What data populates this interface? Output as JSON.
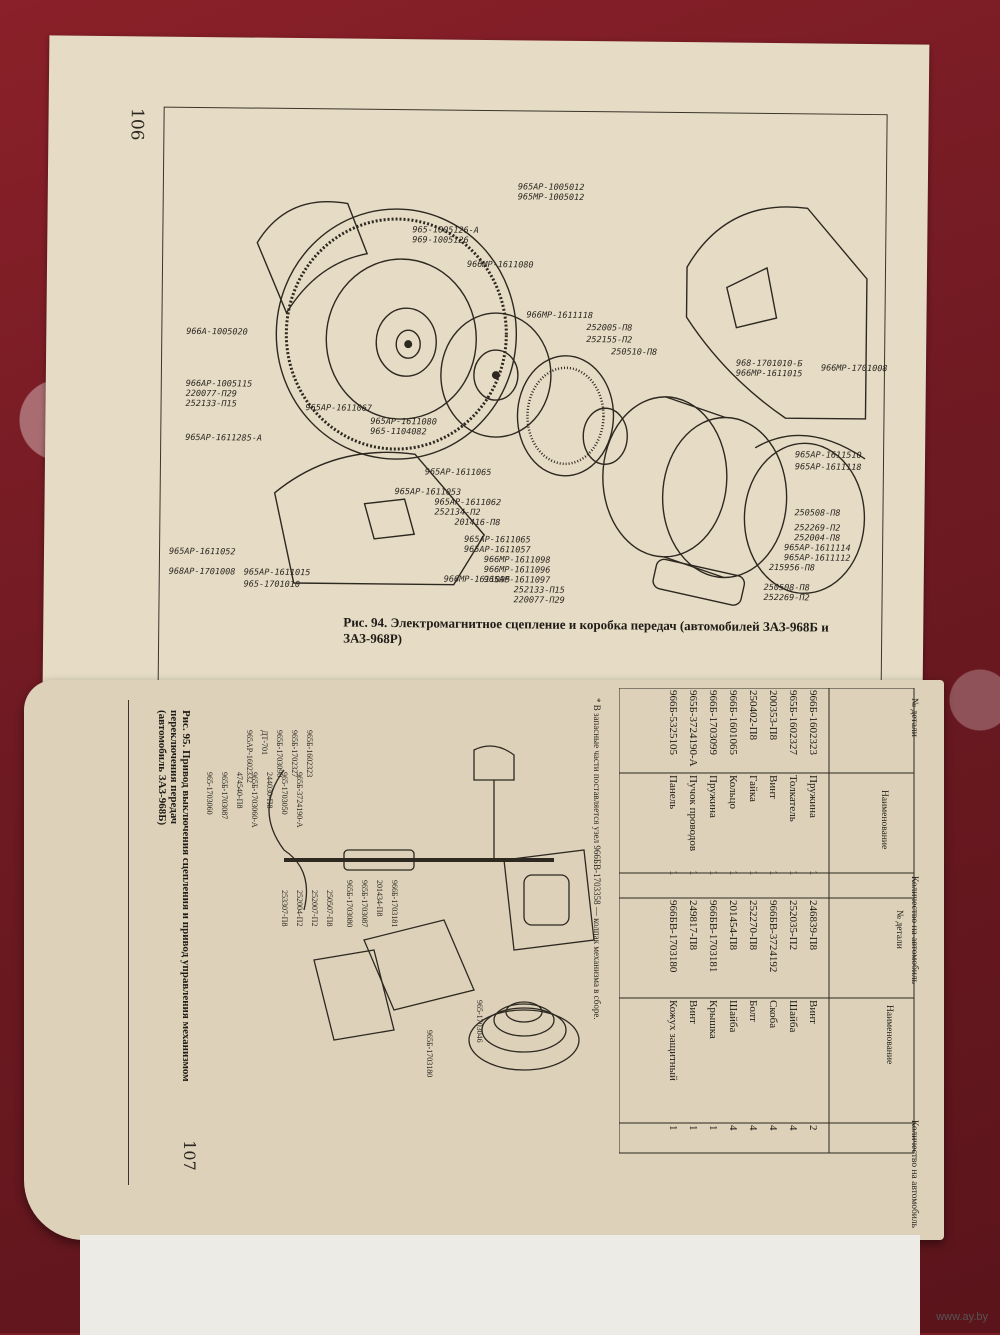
{
  "top_page": {
    "page_number": "106",
    "caption": "Рис. 94. Электромагнитное сцепление и коробка передач (автомобилей ЗАЗ-968Б и ЗАЗ-968Р)",
    "callouts": [
      "965АР-1005012",
      "965МР-1005012",
      "965-1005126-А",
      "969-1005126",
      "966МР-1611080",
      "966МР-1611118",
      "966А-1005020",
      "252005-П8",
      "252155-П2",
      "250510-П8",
      "968-1701010-Б",
      "966МР-1611015",
      "966МР-1701008",
      "966АР-1005115",
      "220077-П29",
      "252133-П15",
      "965АР-1611067",
      "965АР-1611080",
      "965-1104082",
      "965АР-1611285-А",
      "965АР-1611065",
      "965АР-1611053",
      "965АР-1611062",
      "252134-П2",
      "201416-П8",
      "965АР-1611510",
      "965АР-1611118",
      "250508-П8",
      "252269-П2",
      "252004-П8",
      "965АР-1611114",
      "965АР-1611112",
      "215956-П8",
      "965АР-1611052",
      "968АР-1701008",
      "965АР-1611015",
      "965-1701010",
      "965АР-1611065",
      "965АР-1611057",
      "966МР-1611098",
      "966МР-1611096",
      "965АР-1611097",
      "966МР-1611095",
      "252133-П15",
      "220077-П29",
      "250508-П8",
      "252269-П2"
    ]
  },
  "bottom_page": {
    "page_number": "107",
    "caption_line1": "Рис. 95. Привод выключения сцепления и привод управления механизмом переключения передач",
    "caption_line2": "(автомобиль ЗАЗ-968Б)",
    "footnote": "* В запасные части поставляется узел 966БВ-1703358 — колпак механизма в сборе.",
    "table_headers": {
      "part_no": "№ детали",
      "name": "Наименование",
      "qty": "Количество на автомобиль"
    },
    "left_rows": [
      {
        "part": "966Б-1602323",
        "name": "Пружина",
        "qty": "1"
      },
      {
        "part": "965Б-1602327",
        "name": "Толкатель",
        "qty": "1"
      },
      {
        "part": "200353-П8",
        "name": "Винт",
        "qty": "1"
      },
      {
        "part": "250402-П8",
        "name": "Гайка",
        "qty": "1"
      },
      {
        "part": "966Б-1601065",
        "name": "Кольцо",
        "qty": "1"
      },
      {
        "part": "966Б-1703099",
        "name": "Пружина",
        "qty": "1"
      },
      {
        "part": "965Б-3724190-А",
        "name": "Пучок проводов",
        "qty": "1"
      },
      {
        "part": "966Б-5325105",
        "name": "Панель",
        "qty": "1"
      }
    ],
    "right_rows": [
      {
        "part": "246839-П8",
        "name": "Винт",
        "qty": "2"
      },
      {
        "part": "252035-П2",
        "name": "Шайба",
        "qty": "4"
      },
      {
        "part": "966БВ-3724192",
        "name": "Скоба",
        "qty": "4"
      },
      {
        "part": "252270-П8",
        "name": "Болт",
        "qty": "4"
      },
      {
        "part": "201454-П8",
        "name": "Шайба",
        "qty": "4"
      },
      {
        "part": "966БВ-1703181",
        "name": "Крышка",
        "qty": "1"
      },
      {
        "part": "249817-П8",
        "name": "Винт",
        "qty": "1"
      },
      {
        "part": "966БВ-1703180",
        "name": "Кожух защитный",
        "qty": "1"
      }
    ],
    "fig95_callouts": [
      "965-1703060",
      "965Б-1703087",
      "474540-П8",
      "965Б-1703060-А",
      "244030-П8",
      "965-1703050",
      "965Б-3724190-А",
      "965АР-1602332",
      "ДТ-701",
      "965Б-1703090",
      "965Б-1702327",
      "965Б-1602323",
      "965Б-1703080",
      "965Б-1703087",
      "201434-П8",
      "966Б-1703181",
      "965Б-1703180",
      "965-1703046",
      "253307-П8",
      "252004-П2",
      "252007-П2",
      "250507-П8"
    ]
  },
  "watermark": "www.ay.by"
}
